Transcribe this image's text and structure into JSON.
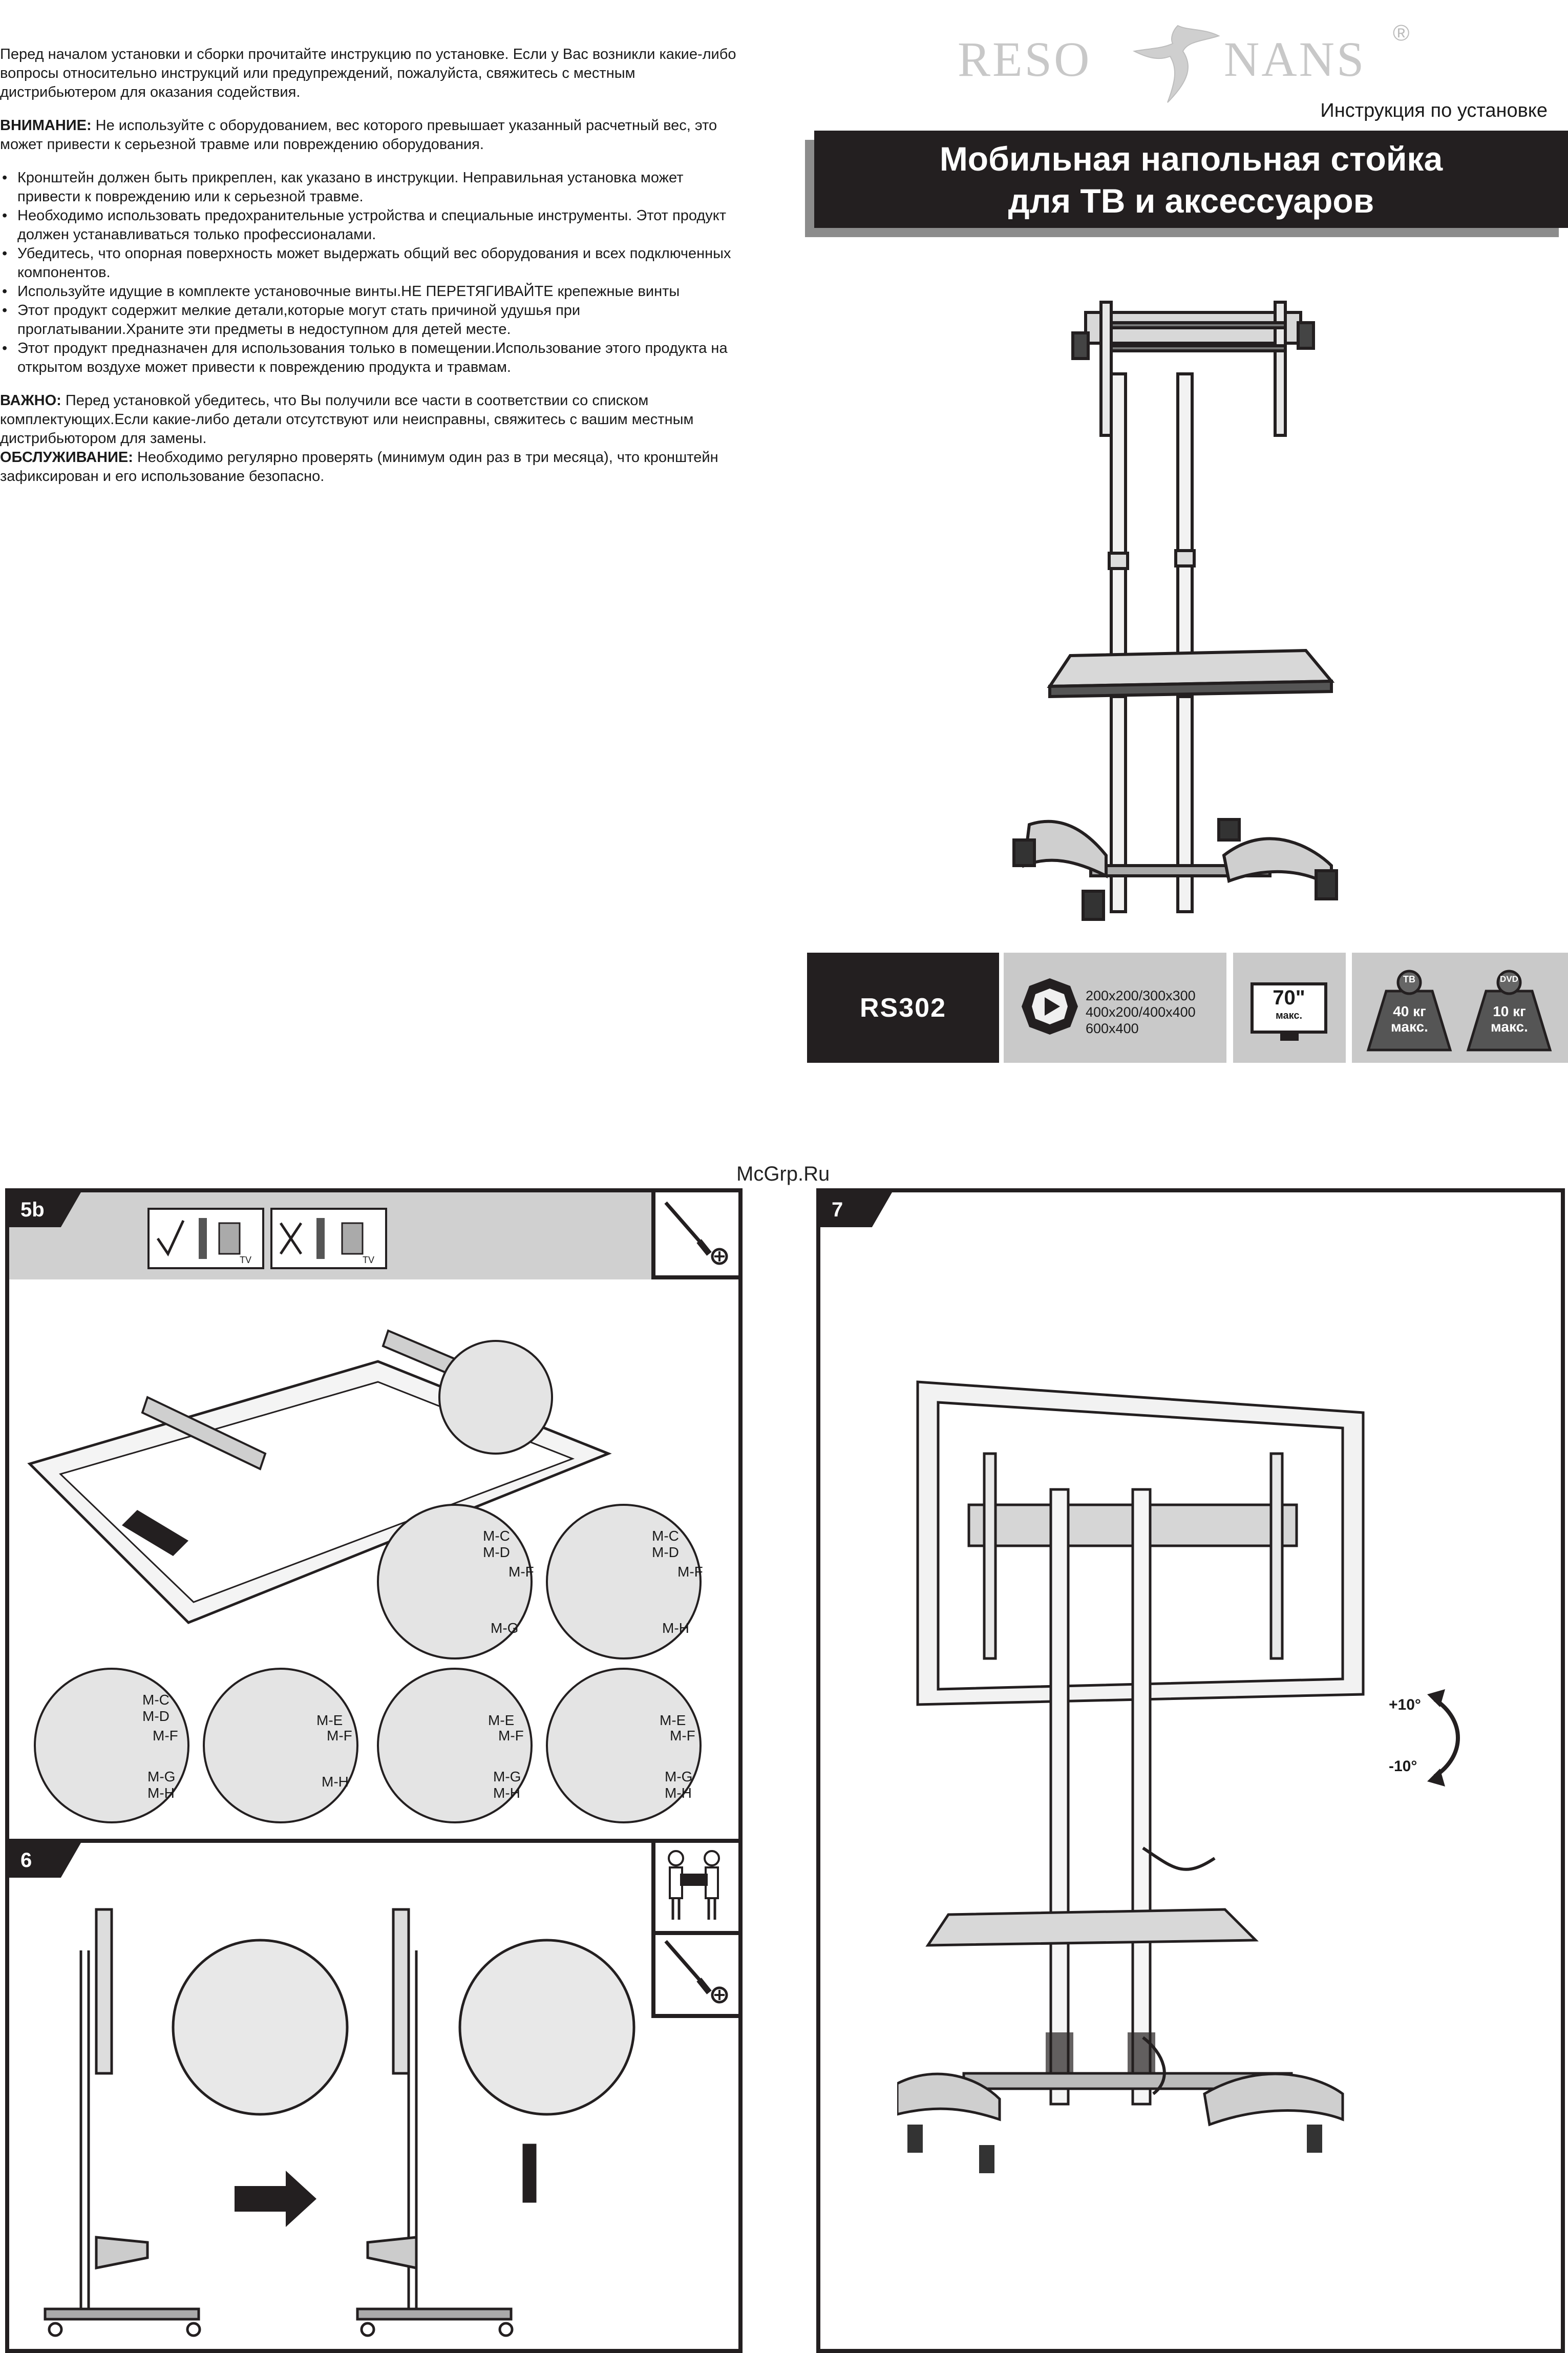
{
  "intro": {
    "p1": "Перед началом установки и сборки прочитайте инструкцию по установке. Если у Вас возникли какие-либо вопросы относительно инструкций или предупреждений, пожалуйста, свяжитесь с местным дистрибьютером для оказания содействия.",
    "warning_label": "ВНИМАНИЕ:",
    "warning_text": " Не используйте с оборудованием, вес которого превышает указанный расчетный вес, это может привести к серьезной травме или повреждению оборудования.",
    "bullets": [
      "Кронштейн должен быть прикреплен, как указано в инструкции. Неправильная установка может привести к повреждению или к серьезной травме.",
      "Необходимо использовать предохранительные устройства и специальные инструменты. Этот продукт должен устанавливаться только профессионалами.",
      "Убедитесь, что опорная поверхность может выдержать общий вес оборудования и всех подключенных компонентов.",
      "Используйте идущие в комплекте установочные винты.НЕ ПЕРЕТЯГИВАЙТЕ крепежные винты",
      "Этот продукт содержит мелкие детали,которые могут стать причиной удушья при проглатывании.Храните эти предметы в недоступном для детей месте.",
      "Этот продукт предназначен для использования только в помещении.Использование этого продукта на открытом воздухе может привести к повреждению продукта и травмам."
    ],
    "important_label": "ВАЖНО:",
    "important_text": " Перед установкой убедитесь, что Вы получили все части в соответствии со списком комплектующих.Если какие-либо детали отсутствуют или неисправны, свяжитесь с вашим местным дистрибьютором для замены.",
    "service_label": "ОБСЛУЖИВАНИЕ:",
    "service_text": " Необходимо регулярно проверять (минимум один раз в три месяца), что кронштейн зафиксирован и его использование безопасно."
  },
  "header": {
    "logo_left": "RESO",
    "logo_right": "NANS",
    "logo_reg": "®",
    "subtitle": "Инструкция по установке",
    "title_line1": "Мобильная напольная стойка",
    "title_line2": "для ТВ и аксессуаров"
  },
  "spec": {
    "model": "RS302",
    "vesa_lines": [
      "200x200/300x300",
      "400x200/400x400",
      "600x400"
    ],
    "screen_size": "70\"",
    "screen_size_unit": "макс.",
    "tv_tag": "ТВ",
    "tv_weight": "40 кг",
    "tv_weight_unit": "макс.",
    "dvd_tag": "DVD",
    "dvd_weight": "10 кг",
    "dvd_weight_unit": "макс."
  },
  "watermark": "McGrp.Ru",
  "steps": {
    "s5b": "5b",
    "s6": "6",
    "s7": "7"
  },
  "labels5b": {
    "tv_small": "TV",
    "mc": "M-C",
    "md": "M-D",
    "me": "M-E",
    "mf": "M-F",
    "mg": "M-G",
    "mh": "M-H"
  },
  "tilt": {
    "up": "+10°",
    "down": "-10°"
  },
  "colors": {
    "dark": "#231f20",
    "shadow": "#8c8c8c",
    "panel_gray": "#c9c9c9"
  }
}
